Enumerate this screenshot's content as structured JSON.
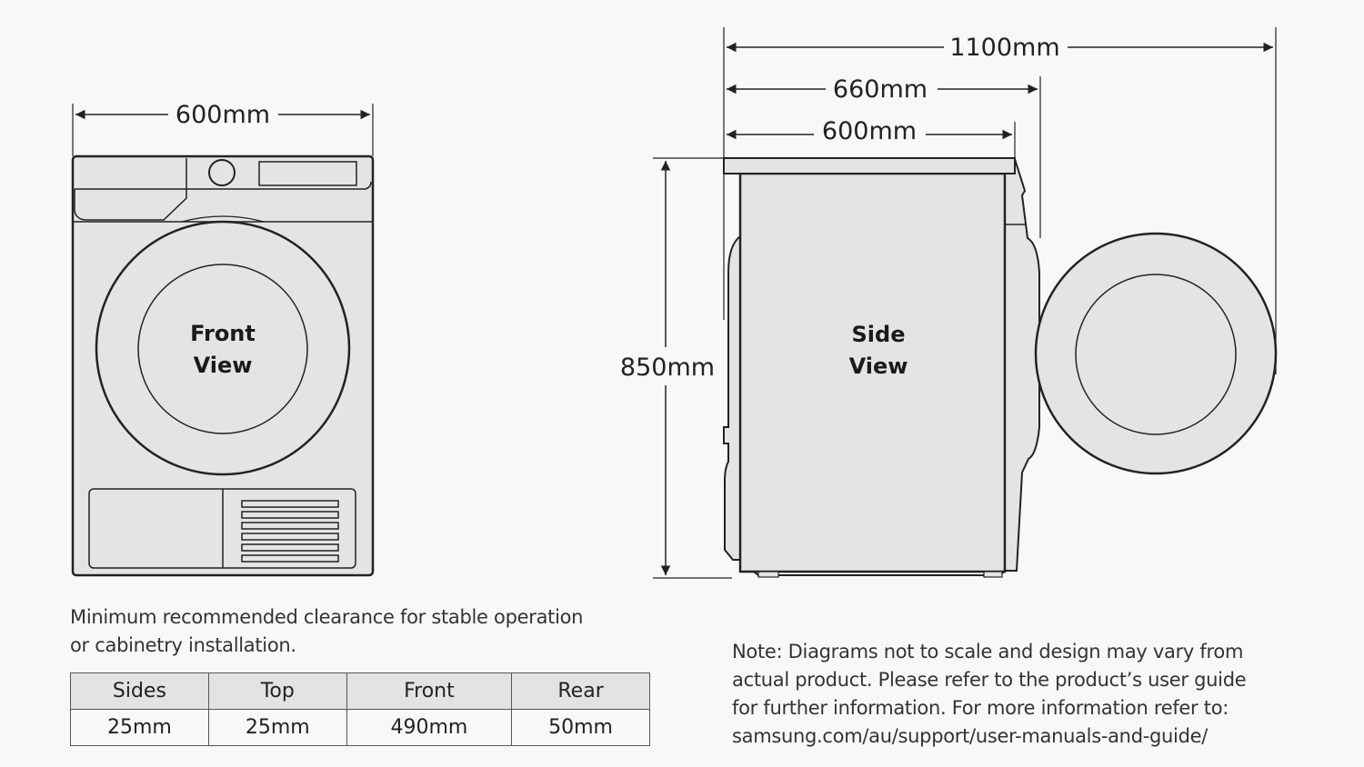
{
  "front_view": {
    "label_line1": "Front",
    "label_line2": "View",
    "width_dim": "600mm"
  },
  "side_view": {
    "label_line1": "Side",
    "label_line2": "View",
    "depth_door_open": "1100mm",
    "depth_total": "660mm",
    "depth_body": "600mm",
    "height": "850mm"
  },
  "clearance": {
    "caption_line1": "Minimum recommended clearance for stable operation",
    "caption_line2": "or cabinetry installation.",
    "headers": [
      "Sides",
      "Top",
      "Front",
      "Rear"
    ],
    "values": [
      "25mm",
      "25mm",
      "490mm",
      "50mm"
    ]
  },
  "note": {
    "line1": "Note: Diagrams not to scale and design may vary from",
    "line2": "actual product. Please refer to the product’s user guide",
    "line3": "for further information. For more information refer to:",
    "line4": "samsung.com/au/support/user-manuals-and-guide/"
  },
  "colors": {
    "fill": "#e4e4e4",
    "stroke": "#222222",
    "background": "#f8f8f8"
  }
}
